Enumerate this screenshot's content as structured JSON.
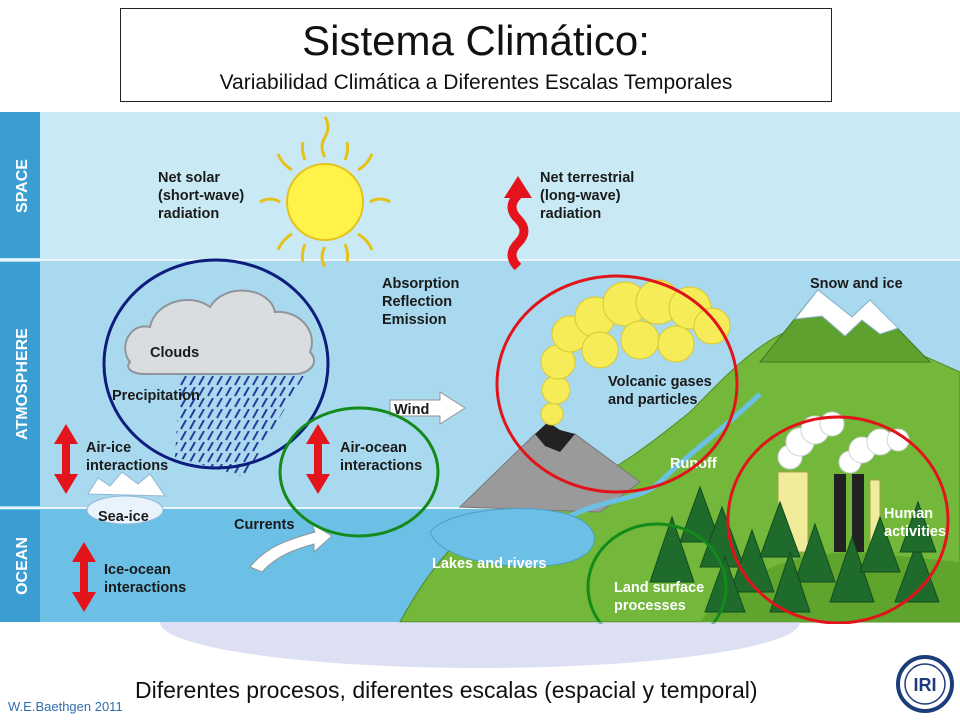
{
  "slide": {
    "title": "Sistema Climático:",
    "subtitle": "Variabilidad Climática a Diferentes Escalas Temporales",
    "footer": "Diferentes procesos, diferentes escalas  (espacial y temporal)",
    "credit": "W.E.Baethgen 2011",
    "logo_text": "IRI"
  },
  "diagram": {
    "bands": {
      "space": "SPACE",
      "atmosphere": "ATMOSPHERE",
      "ocean": "OCEAN"
    },
    "labels": {
      "solar_1": "Net solar",
      "solar_2": "(short-wave)",
      "solar_3": "radiation",
      "terr_1": "Net terrestrial",
      "terr_2": "(long-wave)",
      "terr_3": "radiation",
      "abs_1": "Absorption",
      "abs_2": "Reflection",
      "abs_3": "Emission",
      "snow": "Snow and ice",
      "clouds": "Clouds",
      "precip": "Precipitation",
      "wind": "Wind",
      "volc_1": "Volcanic gases",
      "volc_2": "and particles",
      "airice_1": "Air-ice",
      "airice_2": "interactions",
      "airocean_1": "Air-ocean",
      "airocean_2": "interactions",
      "runoff": "Runoff",
      "seaice": "Sea-ice",
      "currents": "Currents",
      "lakes": "Lakes and rivers",
      "human_1": "Human",
      "human_2": "activities",
      "iceocean_1": "Ice-ocean",
      "iceocean_2": "interactions",
      "land_1": "Land surface",
      "land_2": "processes"
    },
    "colors": {
      "space_band": "#c9e9f4",
      "atmosphere_band": "#a9d9ef",
      "ocean_band": "#6cc0e6",
      "side_bar": "#3a9ed2",
      "land": "#73b83a",
      "arrow_red": "#e3141b",
      "circle_blue": "#0c1d7c",
      "circle_green": "#138a19",
      "circle_red": "#e0141a"
    }
  }
}
